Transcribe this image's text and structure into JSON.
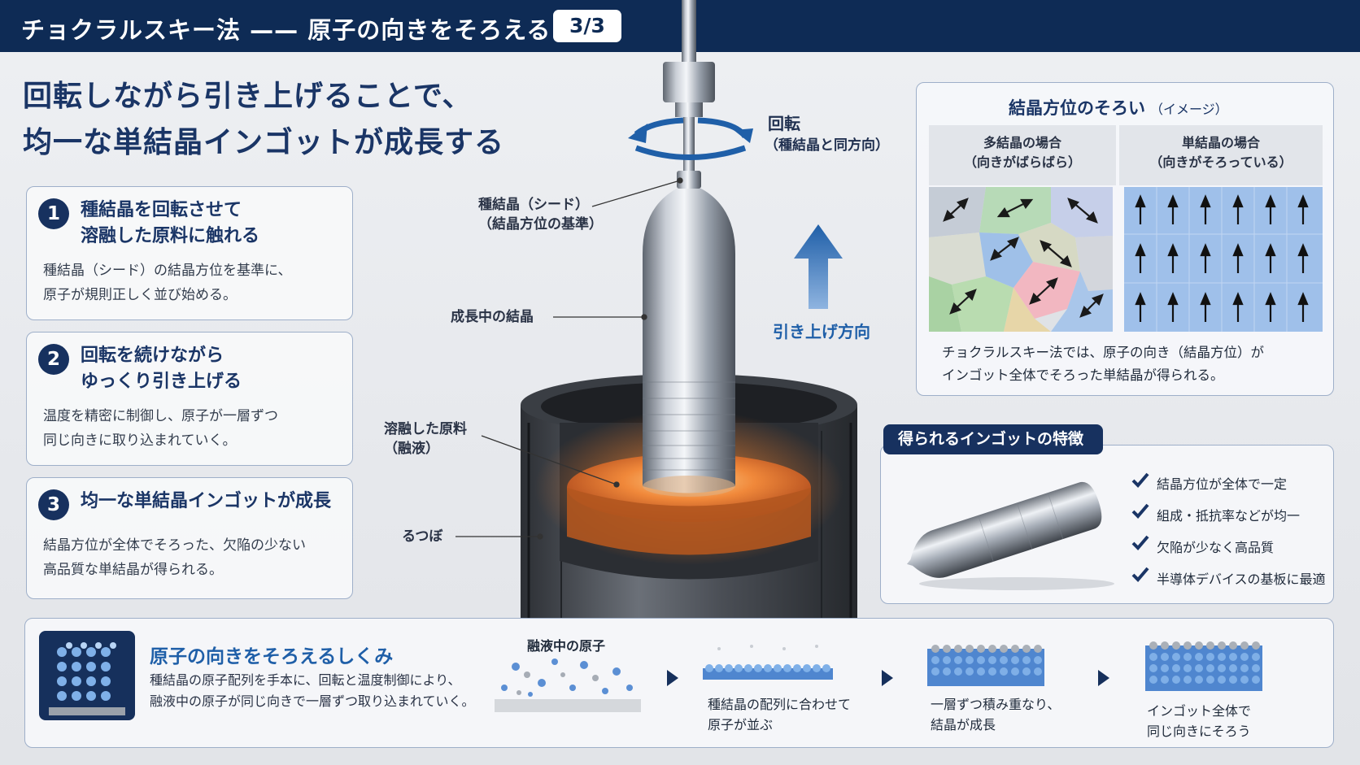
{
  "header": {
    "title": "チョクラルスキー法 —— 原子の向きをそろえる",
    "page": "3/3"
  },
  "headline": {
    "line1": "回転しながら引き上げることで、",
    "line2": "均一な単結晶インゴットが成長する"
  },
  "steps": [
    {
      "num": "1",
      "title1": "種結晶を回転させて",
      "title2": "溶融した原料に触れる",
      "text1": "種結晶（シード）の結晶方位を基準に、",
      "text2": "原子が規則正しく並び始める。"
    },
    {
      "num": "2",
      "title1": "回転を続けながら",
      "title2": "ゆっくり引き上げる",
      "text1": "温度を精密に制御し、原子が一層ずつ",
      "text2": "同じ向きに取り込まれていく。"
    },
    {
      "num": "3",
      "title1": "均一な単結晶インゴットが成長",
      "title2": "",
      "text1": "結晶方位が全体でそろった、欠陥の少ない",
      "text2": "高品質な単結晶が得られる。"
    }
  ],
  "apparatus": {
    "rotation_label": "回転",
    "rotation_sub": "（種結晶と同方向）",
    "seed_label1": "種結晶（シード）",
    "seed_label2": "（結晶方位の基準）",
    "growing_label": "成長中の結晶",
    "pull_label": "引き上げ方向",
    "melt_label1": "溶融した原料",
    "melt_label2": "（融液）",
    "crucible_label": "るつぼ"
  },
  "orientation": {
    "title": "結晶方位のそろい",
    "title_sub": "（イメージ）",
    "poly_head1": "多結晶の場合",
    "poly_head2": "（向きがばらばら）",
    "single_head1": "単結晶の場合",
    "single_head2": "（向きがそろっている）",
    "caption1": "チョクラルスキー法では、原子の向き（結晶方位）が",
    "caption2": "インゴット全体でそろった単結晶が得られる。"
  },
  "features": {
    "title": "得られるインゴットの特徴",
    "items": [
      "結晶方位が全体で一定",
      "組成・抵抗率などが均一",
      "欠陥が少なく高品質",
      "半導体デバイスの基板に最適"
    ]
  },
  "mechanism": {
    "title": "原子の向きをそろえるしくみ",
    "text1": "種結晶の原子配列を手本に、回転と温度制御により、",
    "text2": "融液中の原子が同じ向きで一層ずつ取り込まれていく。",
    "melt_atoms_label": "融液中の原子",
    "step2_1": "種結晶の配列に合わせて",
    "step2_2": "原子が並ぶ",
    "step3_1": "一層ずつ積み重なり、",
    "step3_2": "結晶が成長",
    "step4_1": "インゴット全体で",
    "step4_2": "同じ向きにそろう"
  },
  "colors": {
    "navy": "#0e2b55",
    "accent_blue": "#1f5fa8",
    "melt_orange": "#e8742a"
  }
}
